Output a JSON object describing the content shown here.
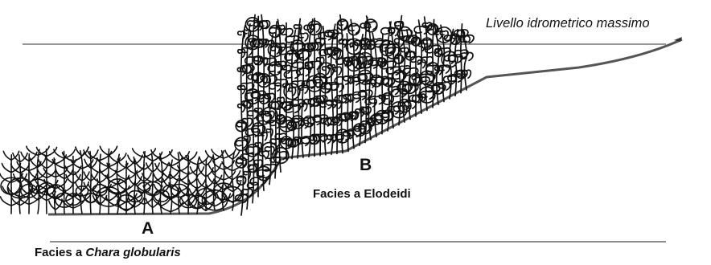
{
  "water_level": {
    "label": "Livello idrometrico massimo"
  },
  "zone_b": {
    "letter": "B",
    "label": "Facies a Elodeidi"
  },
  "zone_a": {
    "letter": "A",
    "label_prefix": "Facies a ",
    "label_species": "Chara globularis"
  },
  "colors": {
    "ink": "#111111",
    "water_line": "#777777",
    "bottom_profile": "#555555"
  }
}
